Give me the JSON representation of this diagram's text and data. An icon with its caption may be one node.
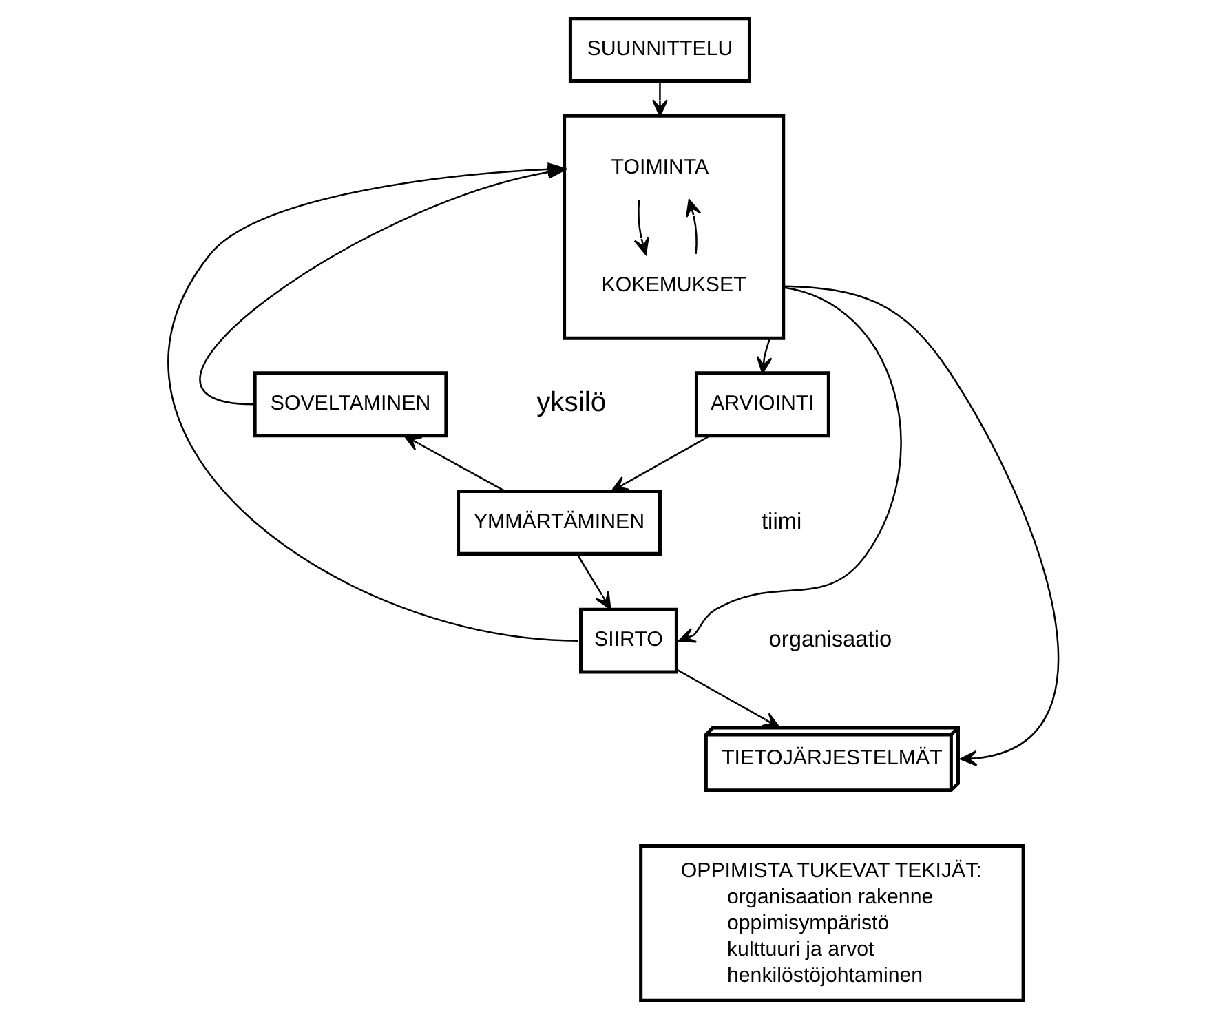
{
  "diagram": {
    "nodes": [
      {
        "text": [
          "SUUNNITTELU"
        ]
      },
      {
        "text": [],
        "shape": "box"
      },
      {
        "text": [
          "TOIMINTA"
        ],
        "in": 1
      },
      {
        "text": [
          "KOKEMUKSET"
        ],
        "in": 1
      },
      {
        "text": [
          "SOVELTAMINEN"
        ]
      },
      {
        "text": [
          "ARVIOINTI"
        ]
      },
      {
        "text": [
          "YMMÄRTÄMINEN"
        ]
      },
      {
        "text": [
          "SIIRTO"
        ]
      },
      {
        "text": [
          "TIETOJÄRJESTELMÄT"
        ]
      },
      {
        "text": [
          "OPPIMISTA TUKEVAT TEKIJÄT:",
          "organisaation rakenne",
          "oppimisympäristö",
          "kulttuuri ja arvot",
          "henkilöstöjohtaminen"
        ]
      }
    ],
    "edges": [
      {
        "from": 0,
        "to": 1,
        "arrow": "to"
      },
      {
        "from": 2,
        "to": 3,
        "arrow": "to"
      },
      {
        "from": 3,
        "to": 2,
        "arrow": "to"
      },
      {
        "from": 1,
        "to": 5,
        "arrow": "to"
      },
      {
        "from": 5,
        "to": 6,
        "arrow": "to"
      },
      {
        "from": 6,
        "to": 4,
        "arrow": "to"
      },
      {
        "from": 4,
        "to": 1,
        "arrow": "to"
      },
      {
        "from": 6,
        "to": 7,
        "arrow": "to"
      },
      {
        "from": 7,
        "to": 8,
        "arrow": "to"
      },
      {
        "from": 7,
        "to": 1,
        "arrow": "to"
      },
      {
        "from": 1,
        "to": 7,
        "arrow": "to"
      },
      {
        "from": 1,
        "to": 8,
        "arrow": "to"
      }
    ],
    "labels": [
      "yksilö",
      "tiimi",
      "organisaatio"
    ]
  }
}
